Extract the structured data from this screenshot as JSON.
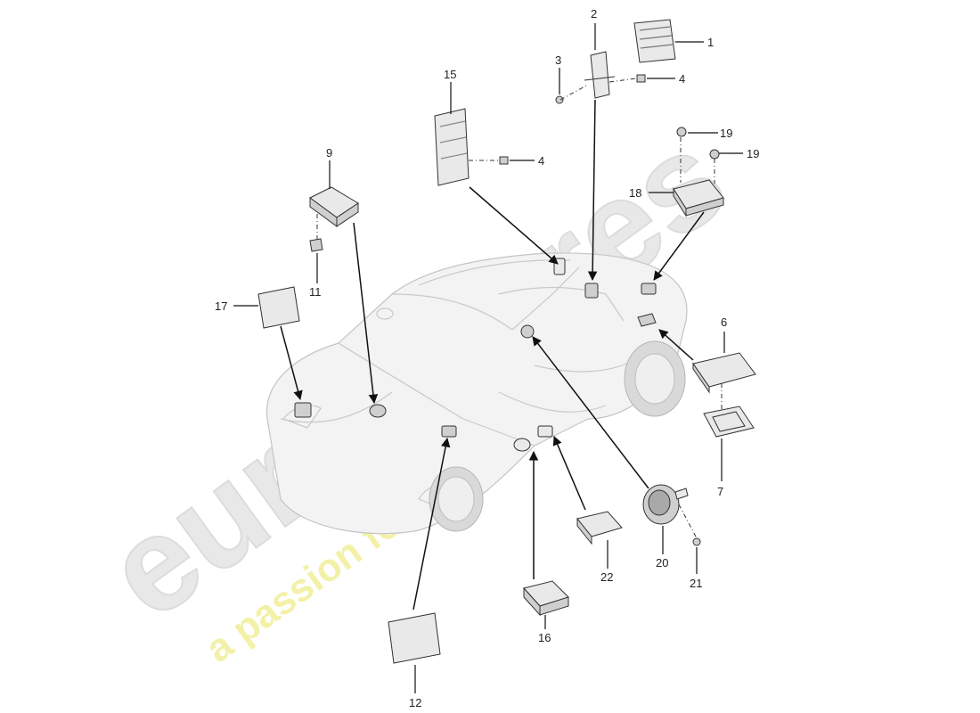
{
  "watermark": {
    "brand": "eurospares",
    "tagline": "a passion for parts since 1985",
    "brand_color": "#e6e6e6",
    "tagline_color": "#f3f1a0"
  },
  "parts": [
    {
      "id": "1",
      "label": "1"
    },
    {
      "id": "2",
      "label": "2"
    },
    {
      "id": "3",
      "label": "3"
    },
    {
      "id": "4a",
      "label": "4"
    },
    {
      "id": "4b",
      "label": "4"
    },
    {
      "id": "6",
      "label": "6"
    },
    {
      "id": "7",
      "label": "7"
    },
    {
      "id": "9",
      "label": "9"
    },
    {
      "id": "11",
      "label": "11"
    },
    {
      "id": "12",
      "label": "12"
    },
    {
      "id": "15",
      "label": "15"
    },
    {
      "id": "16",
      "label": "16"
    },
    {
      "id": "17",
      "label": "17"
    },
    {
      "id": "18",
      "label": "18"
    },
    {
      "id": "19a",
      "label": "19"
    },
    {
      "id": "19b",
      "label": "19"
    },
    {
      "id": "20",
      "label": "20"
    },
    {
      "id": "21",
      "label": "21"
    },
    {
      "id": "22",
      "label": "22"
    }
  ],
  "colors": {
    "line": "#111111",
    "part_fill": "#e9e9e9",
    "car_outline": "#c9c9c9"
  }
}
